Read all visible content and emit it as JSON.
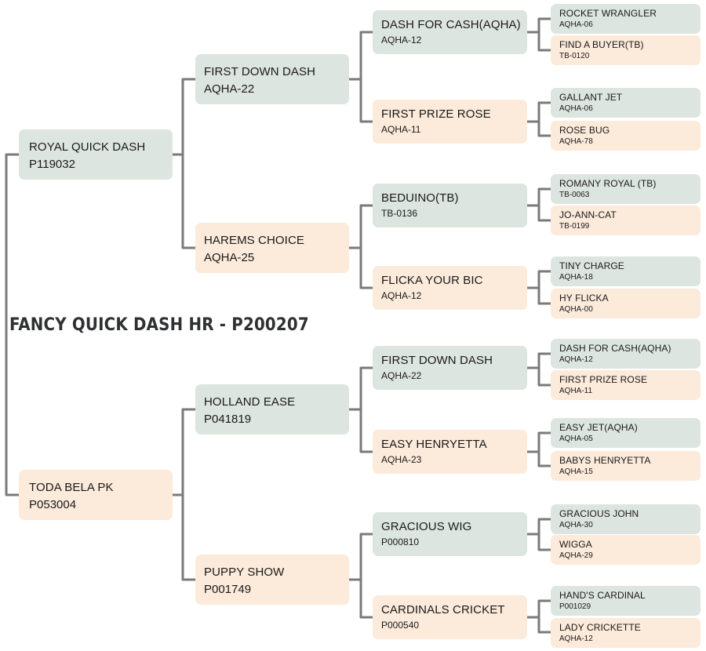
{
  "chart_data": {
    "type": "diagram",
    "title": "FANCY QUICK DASH HR - P200207",
    "legend": {
      "sire_color": "#dde5e0",
      "dam_color": "#fceada",
      "connector_color": "#7a7a7a"
    }
  },
  "root": {
    "label": "FANCY QUICK DASH HR - P200207"
  },
  "colors": {
    "sire": "#dde5e0",
    "dam": "#fceada",
    "connector": "#7a7a7a",
    "text": "#1a1a1a",
    "title": "#2f3033",
    "background": "#ffffff"
  },
  "generation1": [
    {
      "name": "ROYAL QUICK DASH",
      "reg": "P119032",
      "type": "sire"
    },
    {
      "name": "TODA BELA PK",
      "reg": "P053004",
      "type": "dam"
    }
  ],
  "generation2": [
    {
      "name": "FIRST DOWN DASH",
      "reg": "AQHA-22",
      "type": "sire"
    },
    {
      "name": "HAREMS CHOICE",
      "reg": "AQHA-25",
      "type": "dam"
    },
    {
      "name": "HOLLAND EASE",
      "reg": "P041819",
      "type": "sire"
    },
    {
      "name": "PUPPY SHOW",
      "reg": "P001749",
      "type": "dam"
    }
  ],
  "generation3": [
    {
      "name": "DASH FOR CASH(AQHA)",
      "reg": "AQHA-12",
      "type": "sire"
    },
    {
      "name": "FIRST PRIZE ROSE",
      "reg": "AQHA-11",
      "type": "dam"
    },
    {
      "name": "BEDUINO(TB)",
      "reg": "TB-0136",
      "type": "sire"
    },
    {
      "name": "FLICKA YOUR BIC",
      "reg": "AQHA-12",
      "type": "dam"
    },
    {
      "name": "FIRST DOWN DASH",
      "reg": "AQHA-22",
      "type": "sire"
    },
    {
      "name": "EASY HENRYETTA",
      "reg": "AQHA-23",
      "type": "dam"
    },
    {
      "name": "GRACIOUS WIG",
      "reg": "P000810",
      "type": "sire"
    },
    {
      "name": "CARDINALS CRICKET",
      "reg": "P000540",
      "type": "dam"
    }
  ],
  "generation4": [
    {
      "name": "ROCKET WRANGLER",
      "reg": "AQHA-06",
      "type": "sire"
    },
    {
      "name": "FIND A BUYER(TB)",
      "reg": "TB-0120",
      "type": "dam"
    },
    {
      "name": "GALLANT JET",
      "reg": "AQHA-06",
      "type": "sire"
    },
    {
      "name": "ROSE BUG",
      "reg": "AQHA-78",
      "type": "dam"
    },
    {
      "name": "ROMANY ROYAL (TB)",
      "reg": "TB-0063",
      "type": "sire"
    },
    {
      "name": "JO-ANN-CAT",
      "reg": "TB-0199",
      "type": "dam"
    },
    {
      "name": "TINY CHARGE",
      "reg": "AQHA-18",
      "type": "sire"
    },
    {
      "name": "HY FLICKA",
      "reg": "AQHA-00",
      "type": "dam"
    },
    {
      "name": "DASH FOR CASH(AQHA)",
      "reg": "AQHA-12",
      "type": "sire"
    },
    {
      "name": "FIRST PRIZE ROSE",
      "reg": "AQHA-11",
      "type": "dam"
    },
    {
      "name": "EASY JET(AQHA)",
      "reg": "AQHA-05",
      "type": "sire"
    },
    {
      "name": "BABYS HENRYETTA",
      "reg": "AQHA-15",
      "type": "dam"
    },
    {
      "name": "GRACIOUS JOHN",
      "reg": "AQHA-30",
      "type": "sire"
    },
    {
      "name": "WIGGA",
      "reg": "AQHA-29",
      "type": "dam"
    },
    {
      "name": "HAND'S CARDINAL",
      "reg": "P001029",
      "type": "sire"
    },
    {
      "name": "LADY CRICKETTE",
      "reg": "AQHA-12",
      "type": "dam"
    }
  ]
}
